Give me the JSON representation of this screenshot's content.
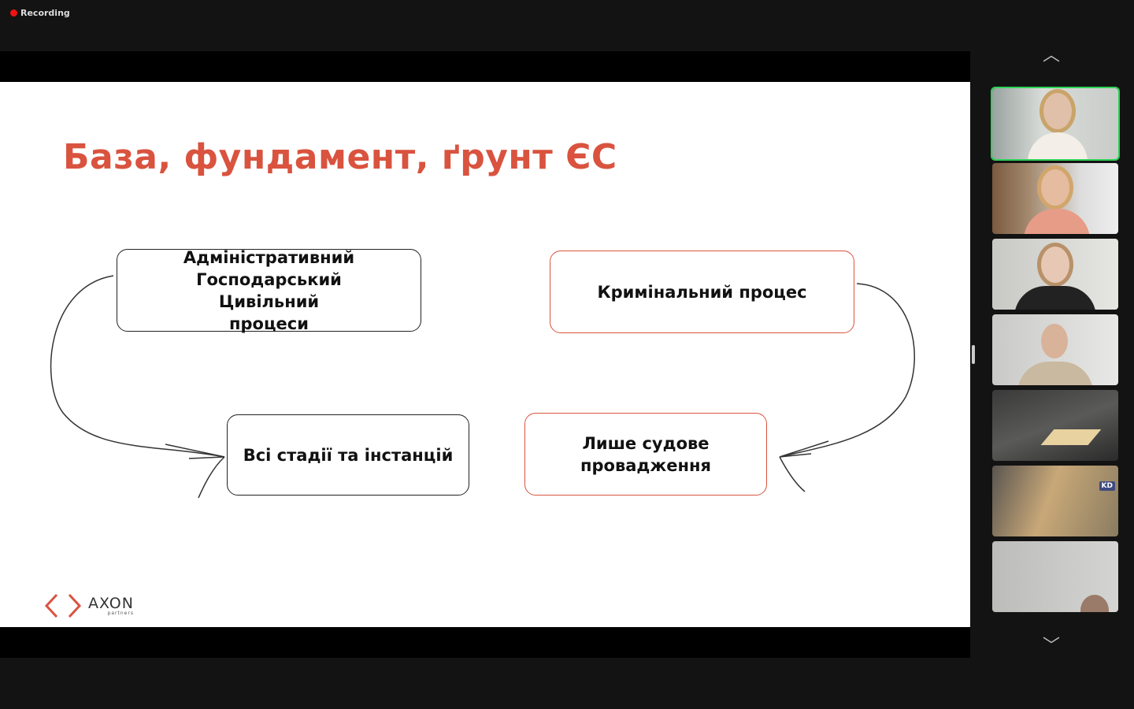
{
  "recording": {
    "label": "Recording",
    "color": "#f01212"
  },
  "slide": {
    "title": "База, фундамент, ґрунт ЄС",
    "boxes": {
      "civil": [
        "Адміністративний",
        "Господарський",
        "Цивільний",
        "процеси"
      ],
      "criminal": "Кримінальний процес",
      "all_stages": "Всі стадії та інстанцій",
      "court_only": [
        "Лише судове",
        "провадження"
      ]
    },
    "logo": {
      "name": "AXON",
      "sub": "partners"
    },
    "accent": "#d9533f"
  },
  "participants": {
    "badge": "KD",
    "active_color": "#2ed158"
  }
}
